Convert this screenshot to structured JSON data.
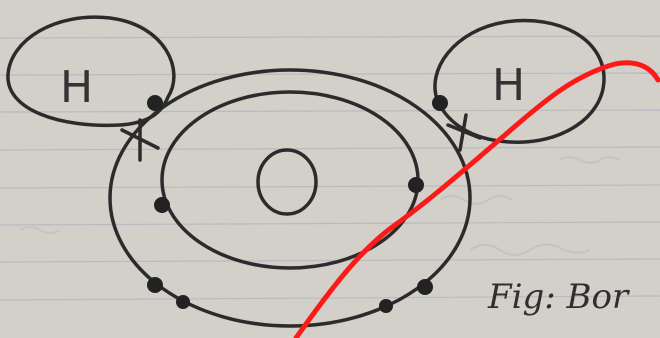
{
  "diagram": {
    "left_atom_label": "H",
    "right_atom_label": "H",
    "center_atom_label": "O",
    "caption": "Fig: Bor"
  },
  "colors": {
    "paper": "#d6d3cc",
    "ink": "#2b2b2b",
    "rule_line": "#b9bcc4",
    "red_stroke": "#ff1a1a"
  },
  "icons": {
    "electron": "filled-dot",
    "shared_electron": "cross-mark"
  }
}
